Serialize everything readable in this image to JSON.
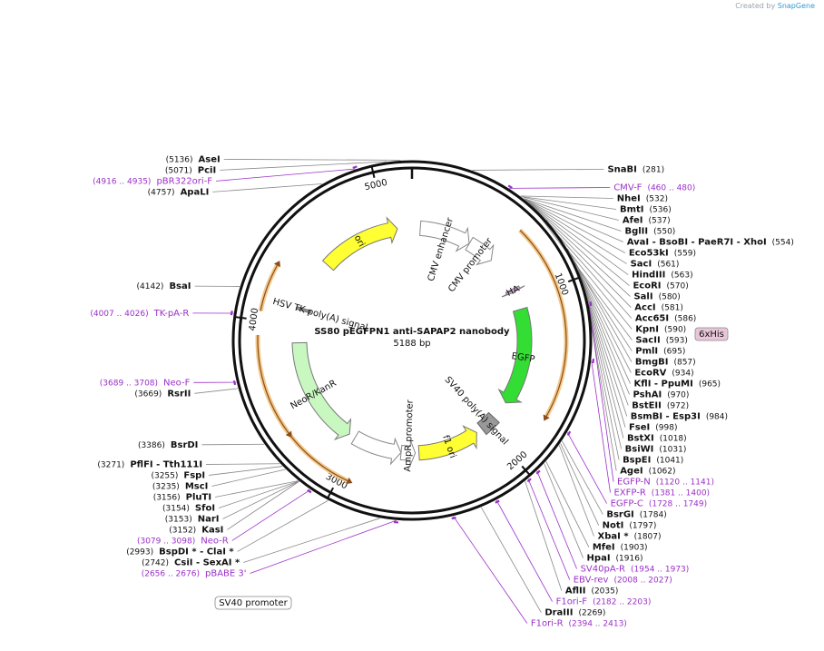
{
  "brand": {
    "created_by": "Created by",
    "app_name": "SnapGene"
  },
  "plasmid": {
    "name": "SS80 pEGFPN1 anti-SAPAP2 nanobody",
    "length_label": "5188 bp",
    "length": 5188
  },
  "ticks": [
    {
      "label": "1000",
      "pos": 1000
    },
    {
      "label": "2000",
      "pos": 2000
    },
    {
      "label": "3000",
      "pos": 3000
    },
    {
      "label": "4000",
      "pos": 4000
    },
    {
      "label": "5000",
      "pos": 5000
    }
  ],
  "features": [
    {
      "name": "CMV enhancer",
      "start": 61,
      "end": 440,
      "color": "#ffffff",
      "dir": 1
    },
    {
      "name": "CMV promoter",
      "start": 441,
      "end": 644,
      "color": "#ffffff",
      "dir": 1
    },
    {
      "name": "HA",
      "start": 907,
      "end": 933,
      "color": "#e0aee0",
      "dir": 1
    },
    {
      "name": "EGFP",
      "start": 1066,
      "end": 1782,
      "color": "#33dd33",
      "dir": 1
    },
    {
      "name": "SV40 poly(A) signal",
      "start": 1920,
      "end": 2041,
      "color": "#999999",
      "dir": 0
    },
    {
      "name": "f1 ori",
      "start": 2088,
      "end": 2543,
      "color": "#ffff33",
      "dir": -1
    },
    {
      "name": "AmpR promoter",
      "start": 2570,
      "end": 2674,
      "color": "#ffffff",
      "dir": -1
    },
    {
      "name": "SV40 promoter",
      "start": 2675,
      "end": 3032,
      "color": "#ffffff",
      "dir": -1
    },
    {
      "name": "NeoR/KanR",
      "start": 3080,
      "end": 3874,
      "color": "#c9f7c0",
      "dir": -1
    },
    {
      "name": "HSV TK poly(A) signal",
      "start": 4109,
      "end": 4127,
      "color": "#999999",
      "dir": 0
    },
    {
      "name": "ori",
      "start": 4493,
      "end": 5081,
      "color": "#ffff33",
      "dir": 1
    }
  ],
  "orfs": [
    {
      "start": 640,
      "end": 1720,
      "dir": 1
    },
    {
      "start": 2950,
      "end": 3920,
      "dir": -1
    },
    {
      "start": 3360,
      "end": 3750,
      "dir": -1
    },
    {
      "start": 4050,
      "end": 4310,
      "dir": 1
    }
  ],
  "his_tag": {
    "label": "6xHis"
  },
  "sv40_badge": {
    "label": "SV40 promoter"
  },
  "sites": [
    {
      "name": "SnaBI",
      "pos_label": "(281)",
      "pos": 281
    },
    {
      "name": "NheI",
      "pos_label": "(532)",
      "pos": 532
    },
    {
      "name": "BmtI",
      "pos_label": "(536)",
      "pos": 536
    },
    {
      "name": "AfeI",
      "pos_label": "(537)",
      "pos": 537
    },
    {
      "name": "BglII",
      "pos_label": "(550)",
      "pos": 550
    },
    {
      "name": "AvaI  - BsoBI  - PaeR7I  - XhoI",
      "pos_label": "(554)",
      "pos": 554
    },
    {
      "name": "Eco53kI",
      "pos_label": "(559)",
      "pos": 559
    },
    {
      "name": "SacI",
      "pos_label": "(561)",
      "pos": 561
    },
    {
      "name": "HindIII",
      "pos_label": "(563)",
      "pos": 563
    },
    {
      "name": "EcoRI",
      "pos_label": "(570)",
      "pos": 570
    },
    {
      "name": "SalI",
      "pos_label": "(580)",
      "pos": 580
    },
    {
      "name": "AccI",
      "pos_label": "(581)",
      "pos": 581
    },
    {
      "name": "Acc65I",
      "pos_label": "(586)",
      "pos": 586
    },
    {
      "name": "KpnI",
      "pos_label": "(590)",
      "pos": 590
    },
    {
      "name": "SacII",
      "pos_label": "(593)",
      "pos": 593
    },
    {
      "name": "PmlI",
      "pos_label": "(695)",
      "pos": 695
    },
    {
      "name": "BmgBI",
      "pos_label": "(857)",
      "pos": 857
    },
    {
      "name": "EcoRV",
      "pos_label": "(934)",
      "pos": 934
    },
    {
      "name": "KflI  - PpuMI",
      "pos_label": "(965)",
      "pos": 965
    },
    {
      "name": "PshAI",
      "pos_label": "(970)",
      "pos": 970
    },
    {
      "name": "BstEII",
      "pos_label": "(972)",
      "pos": 972
    },
    {
      "name": "BsmBI  - Esp3I",
      "pos_label": "(984)",
      "pos": 984
    },
    {
      "name": "FseI",
      "pos_label": "(998)",
      "pos": 998
    },
    {
      "name": "BstXI",
      "pos_label": "(1018)",
      "pos": 1018
    },
    {
      "name": "BsiWI",
      "pos_label": "(1031)",
      "pos": 1031
    },
    {
      "name": "BspEI",
      "pos_label": "(1041)",
      "pos": 1041
    },
    {
      "name": "AgeI",
      "pos_label": "(1062)",
      "pos": 1062
    },
    {
      "name": "BsrGI",
      "pos_label": "(1784)",
      "pos": 1784
    },
    {
      "name": "NotI",
      "pos_label": "(1797)",
      "pos": 1797
    },
    {
      "name": "XbaI *",
      "pos_label": "(1807)",
      "pos": 1807
    },
    {
      "name": "MfeI",
      "pos_label": "(1903)",
      "pos": 1903
    },
    {
      "name": "HpaI",
      "pos_label": "(1916)",
      "pos": 1916
    },
    {
      "name": "AflII",
      "pos_label": "(2035)",
      "pos": 2035
    },
    {
      "name": "DraIII",
      "pos_label": "(2269)",
      "pos": 2269
    },
    {
      "name": "CsiI  - SexAI *",
      "pos_label": "(2742)",
      "pos": 2742
    },
    {
      "name": "BspDI *  - ClaI *",
      "pos_label": "(2993)",
      "pos": 2993
    },
    {
      "name": "KasI",
      "pos_label": "(3152)",
      "pos": 3152
    },
    {
      "name": "NarI",
      "pos_label": "(3153)",
      "pos": 3153
    },
    {
      "name": "SfoI",
      "pos_label": "(3154)",
      "pos": 3154
    },
    {
      "name": "PluTI",
      "pos_label": "(3156)",
      "pos": 3156
    },
    {
      "name": "MscI",
      "pos_label": "(3235)",
      "pos": 3235
    },
    {
      "name": "FspI",
      "pos_label": "(3255)",
      "pos": 3255
    },
    {
      "name": "PflFI  - Tth111I",
      "pos_label": "(3271)",
      "pos": 3271
    },
    {
      "name": "BsrDI",
      "pos_label": "(3386)",
      "pos": 3386
    },
    {
      "name": "RsrII",
      "pos_label": "(3669)",
      "pos": 3669
    },
    {
      "name": "BsaI",
      "pos_label": "(4142)",
      "pos": 4142
    },
    {
      "name": "ApaLI",
      "pos_label": "(4757)",
      "pos": 4757
    },
    {
      "name": "PciI",
      "pos_label": "(5071)",
      "pos": 5071
    },
    {
      "name": "AseI",
      "pos_label": "(5136)",
      "pos": 5136
    }
  ],
  "primers": [
    {
      "name": "CMV-F",
      "pos_label": "(460 .. 480)",
      "pos": 470
    },
    {
      "name": "EGFP-N",
      "pos_label": "(1120 .. 1141)",
      "pos": 1130
    },
    {
      "name": "EXFP-R",
      "pos_label": "(1381 .. 1400)",
      "pos": 1390
    },
    {
      "name": "EGFP-C",
      "pos_label": "(1728 .. 1749)",
      "pos": 1738
    },
    {
      "name": "SV40pA-R",
      "pos_label": "(1954 .. 1973)",
      "pos": 1963
    },
    {
      "name": "EBV-rev",
      "pos_label": "(2008 .. 2027)",
      "pos": 2017
    },
    {
      "name": "F1ori-F",
      "pos_label": "(2182 .. 2203)",
      "pos": 2192
    },
    {
      "name": "F1ori-R",
      "pos_label": "(2394 .. 2413)",
      "pos": 2403
    },
    {
      "name": "pBABE 3'",
      "pos_label": "(2656 .. 2676)",
      "pos": 2666
    },
    {
      "name": "Neo-R",
      "pos_label": "(3079 .. 3098)",
      "pos": 3088
    },
    {
      "name": "Neo-F",
      "pos_label": "(3689 .. 3708)",
      "pos": 3698
    },
    {
      "name": "TK-pA-R",
      "pos_label": "(4007 .. 4026)",
      "pos": 4016
    },
    {
      "name": "pBR322ori-F",
      "pos_label": "(4916 .. 4935)",
      "pos": 4925
    }
  ]
}
